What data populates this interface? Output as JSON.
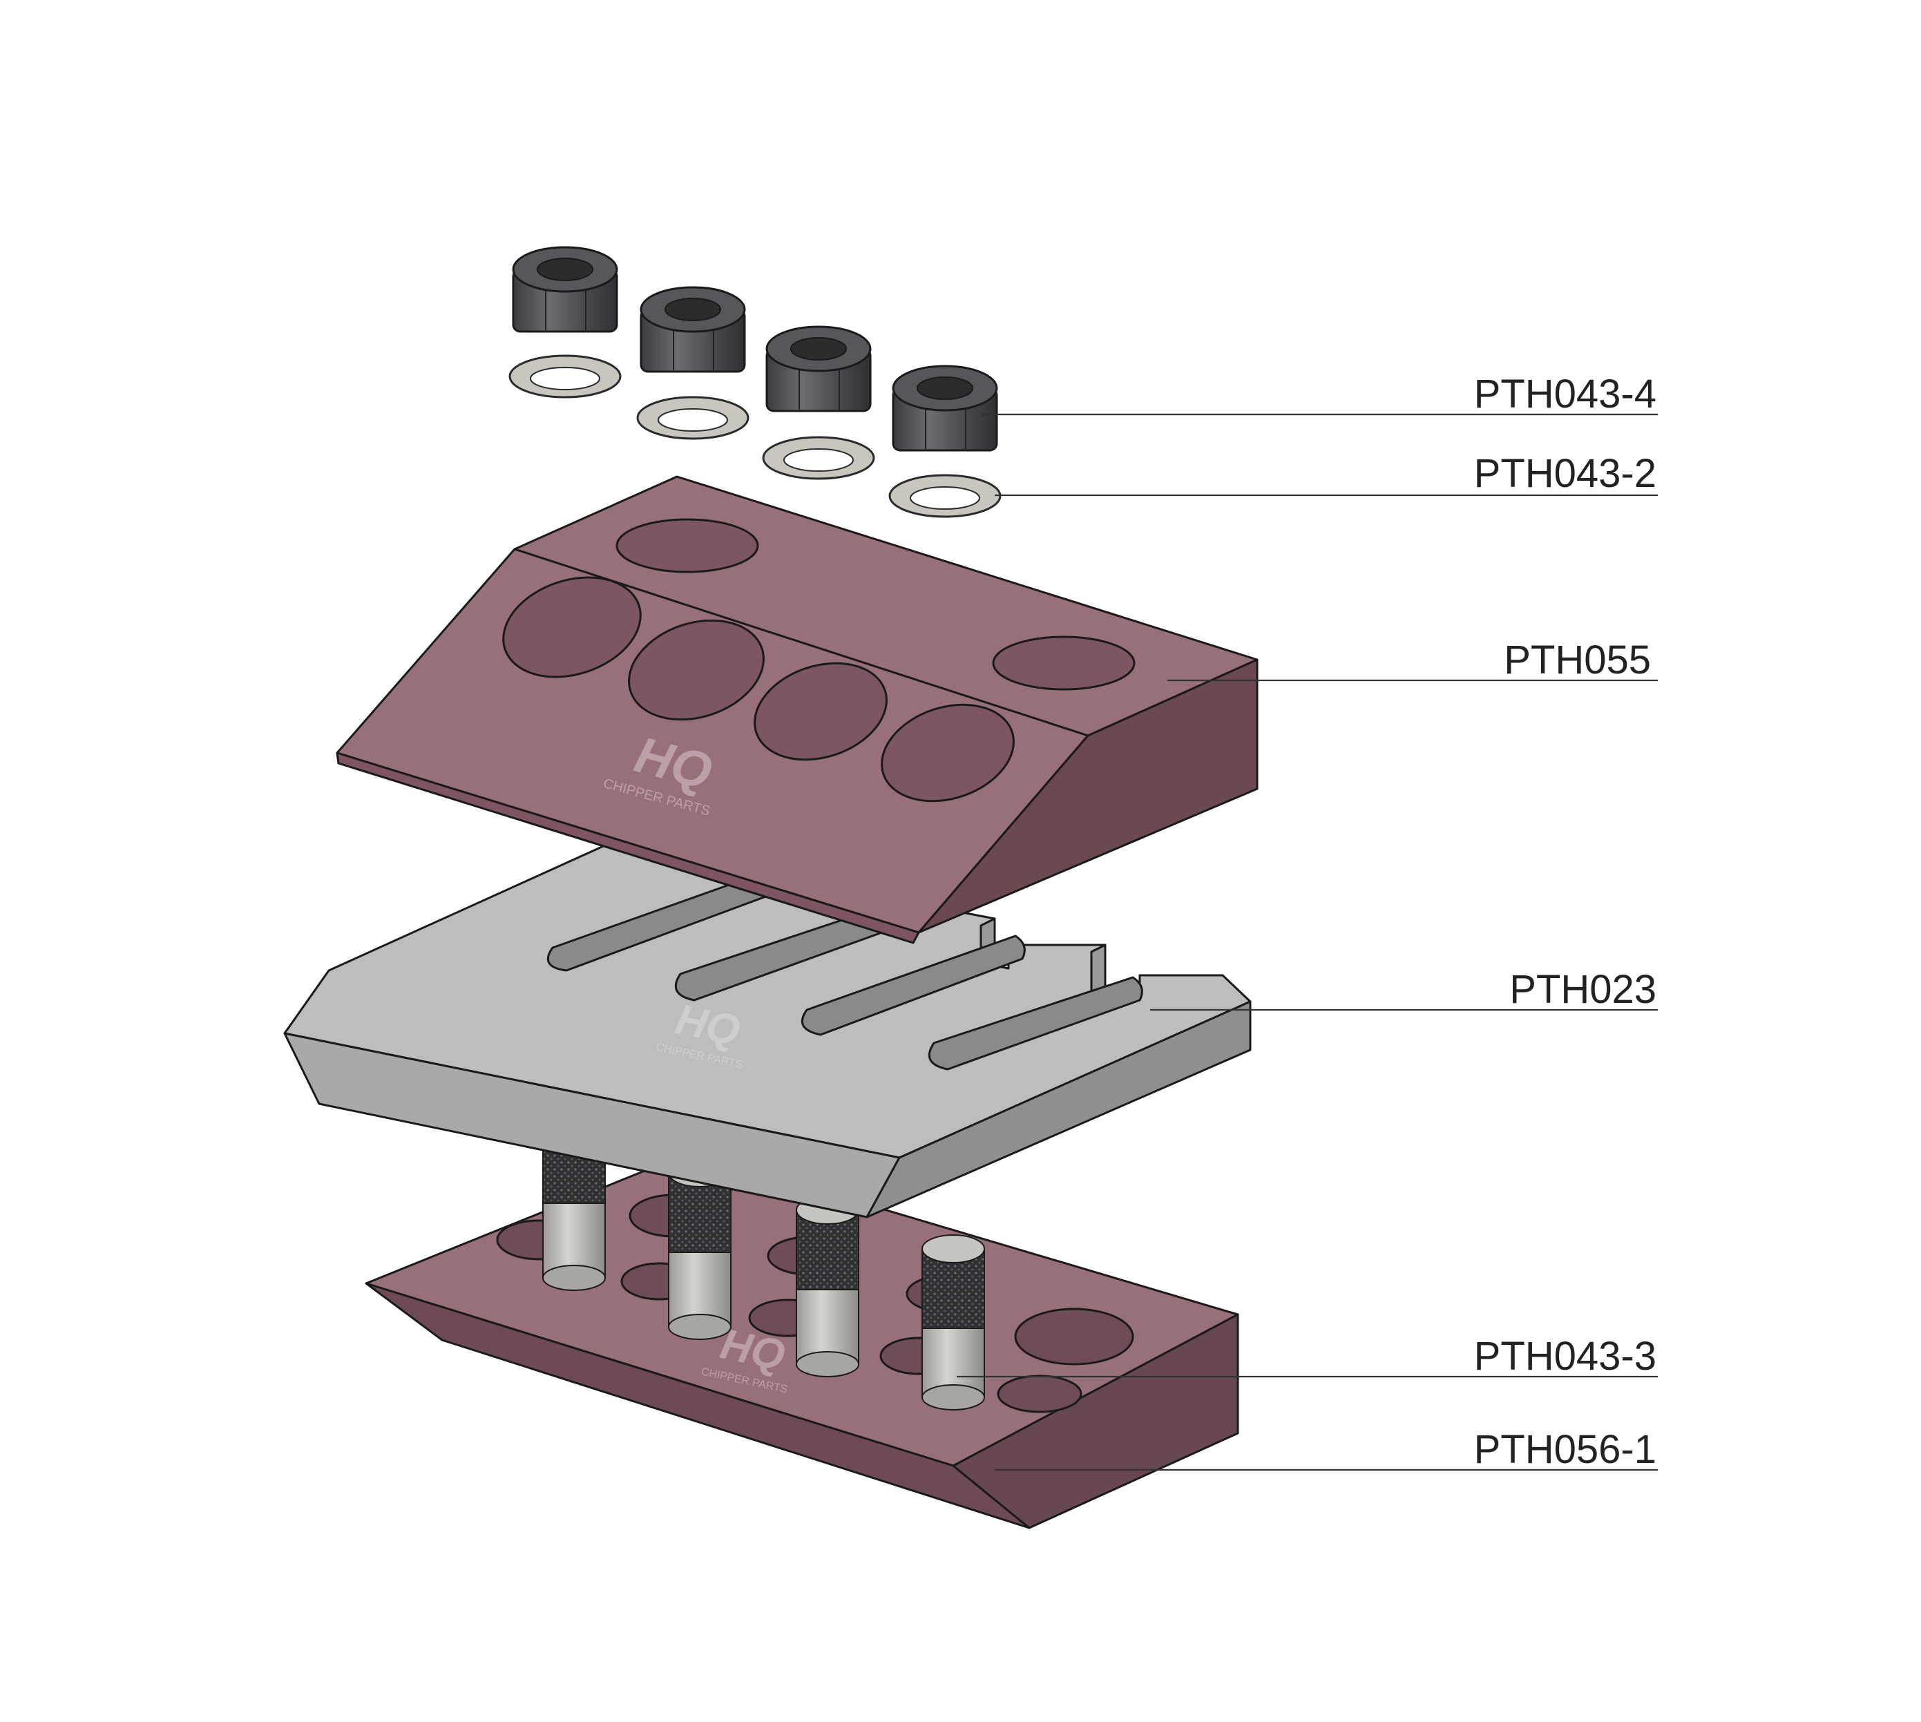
{
  "callouts": [
    {
      "label": "PTH043-4"
    },
    {
      "label": "PTH043-2"
    },
    {
      "label": "PTH055"
    },
    {
      "label": "PTH023"
    },
    {
      "label": "PTH043-3"
    },
    {
      "label": "PTH056-1"
    }
  ],
  "logo": {
    "mark": "HQ",
    "subtitle": "CHIPPER PARTS"
  },
  "colors": {
    "clamp_top": "#98707a",
    "clamp_front": "#7e5560",
    "clamp_side": "#6a4950",
    "blade_top": "#bdbdbd",
    "blade_front": "#a8a8a8",
    "blade_side": "#8f8f8f",
    "nut": "#4b4d50",
    "washer": "#c9c6bf",
    "stud_thread": "#2e2f31",
    "stud_shank": "#b8b6b1"
  }
}
